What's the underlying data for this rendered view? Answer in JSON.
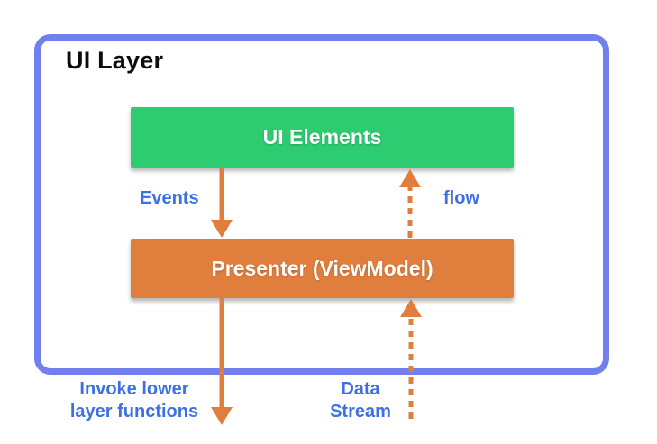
{
  "title": "UI Layer",
  "boxes": {
    "ui_elements": {
      "label": "UI Elements",
      "color": "#2ecc71"
    },
    "presenter": {
      "label": "Presenter (ViewModel)",
      "color": "#e07e3e"
    }
  },
  "edge_labels": {
    "events": "Events",
    "flow": "flow",
    "invoke": {
      "line1": "Invoke lower",
      "line2": "layer functions"
    },
    "data_stream": {
      "line1": "Data",
      "line2": "Stream"
    }
  },
  "arrows": [
    {
      "name": "events-arrow",
      "style": "solid",
      "direction": "down",
      "from": "UI Elements",
      "to": "Presenter (ViewModel)"
    },
    {
      "name": "flow-arrow",
      "style": "dashed",
      "direction": "up",
      "from": "Presenter (ViewModel)",
      "to": "UI Elements"
    },
    {
      "name": "invoke-arrow",
      "style": "solid",
      "direction": "down",
      "from": "Presenter (ViewModel)",
      "to": "lower layer"
    },
    {
      "name": "data-stream-arrow",
      "style": "dashed",
      "direction": "up",
      "from": "lower layer",
      "to": "Presenter (ViewModel)"
    }
  ],
  "colors": {
    "container_border": "#7280ef",
    "arrow": "#e07e3e",
    "green_box": "#2ecc71",
    "orange_box": "#e07e3e",
    "edge_label_text": "#3b70e8",
    "box_text": "#ffffff",
    "title_text": "#0d0d0d"
  }
}
